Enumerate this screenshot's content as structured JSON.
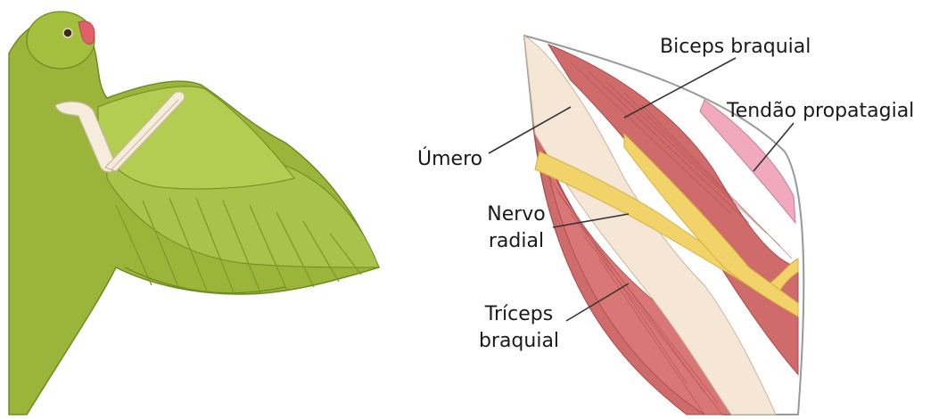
{
  "labels": {
    "biceps": "Biceps braquial",
    "tendao": "Tendão propatagial",
    "umero": "Úmero",
    "nervo_line1": "Nervo",
    "nervo_line2": "radial",
    "triceps_line1": "Tríceps",
    "triceps_line2": "braquial"
  },
  "colors": {
    "parrot_green": "#9bb53a",
    "parrot_dark": "#6f8a22",
    "beak": "#e0606a",
    "muscle": "#cf6b6b",
    "muscle_dark": "#a94848",
    "bone": "#f6e6d6",
    "nerve": "#f2d36a",
    "tendon": "#f0a9bd",
    "outline": "#9a9a9a"
  }
}
